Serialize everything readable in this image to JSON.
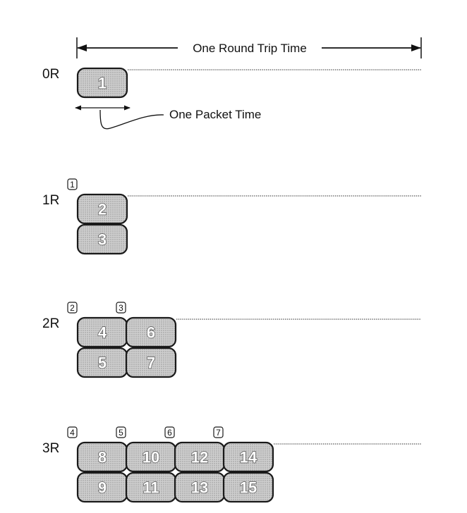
{
  "labels": {
    "round_trip": "One Round Trip Time",
    "packet_time": "One Packet Time"
  },
  "rows": [
    {
      "round": "0R",
      "acks": [],
      "packets": [
        [
          "1"
        ]
      ]
    },
    {
      "round": "1R",
      "acks": [
        "1"
      ],
      "packets": [
        [
          "2",
          "3"
        ]
      ]
    },
    {
      "round": "2R",
      "acks": [
        "2",
        "3"
      ],
      "packets": [
        [
          "4",
          "5"
        ],
        [
          "6",
          "7"
        ]
      ]
    },
    {
      "round": "3R",
      "acks": [
        "4",
        "5",
        "6",
        "7"
      ],
      "packets": [
        [
          "8",
          "9"
        ],
        [
          "10",
          "11"
        ],
        [
          "12",
          "13"
        ],
        [
          "14",
          "15"
        ]
      ]
    }
  ],
  "colors": {
    "packet_fill": "#c8c8c8",
    "packet_stroke": "#1a1a1a",
    "line": "#222222"
  }
}
